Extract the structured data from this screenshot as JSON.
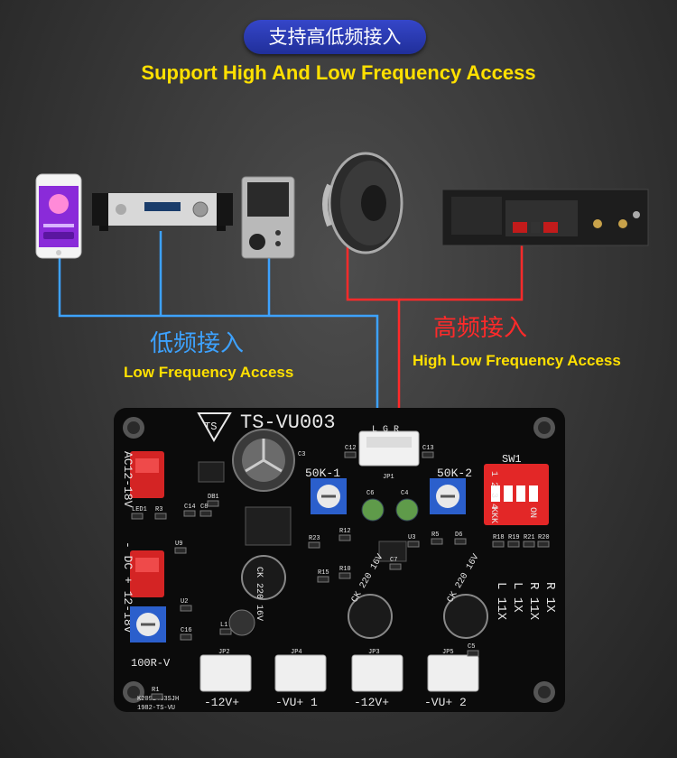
{
  "header": {
    "title_cn": "支持高低频接入",
    "title_en": "Support High And Low Frequency Access"
  },
  "labels": {
    "low_cn": "低频接入",
    "low_en": "Low Frequency Access",
    "high_cn": "高频接入",
    "high_en": "High Low Frequency Access"
  },
  "devices": [
    "smartphone",
    "amplifier",
    "music-player",
    "speaker",
    "power-amplifier"
  ],
  "colors": {
    "low_wire": "#3da2ff",
    "high_wire": "#ff2a2a",
    "title_yellow": "#ffe000",
    "pill_blue": "#2a3cb8",
    "pcb": "#0b0b0b"
  },
  "board": {
    "model": "TS-VU003",
    "logo": "TS",
    "power_in": "AC12-18V",
    "dc_in": "- DC + 12-18V",
    "pot_left": "50K-1",
    "pot_right": "50K-2",
    "pot_bottom": "100R-V",
    "switch_label": "SW1",
    "switch_numbers": "1 2 3 4",
    "switch_on": "ON",
    "switch_kkk": "KKK",
    "audio_connector": "JP1",
    "audio_pins": "L G R",
    "ratio_r1": "R 1X",
    "ratio_r11": "R 11X",
    "ratio_l1": "L 1X",
    "ratio_l11": "L 11X",
    "connectors": [
      "-12V+",
      "-VU+ 1",
      "-12V+",
      "-VU+ 2"
    ],
    "connector_ids": [
      "JP2",
      "JP4",
      "JP3",
      "JP5"
    ],
    "big_cap": "C3",
    "cap_small_1": "CK 220 16V",
    "cap_small_2": "CK 220 16V",
    "cap_small_3": "CK 220 16V",
    "mini_caps": [
      "C6",
      "C4"
    ],
    "date_code": "K2092433SJH",
    "batch": "1982-TS-VU",
    "refs": [
      "C12",
      "C13",
      "C14",
      "C8",
      "DB1",
      "LED1",
      "R3",
      "U3",
      "R5",
      "D6",
      "R18",
      "R19",
      "R21",
      "R20",
      "U2",
      "C16",
      "L1",
      "R10",
      "R15",
      "R23",
      "R12",
      "C5",
      "C7",
      "U9",
      "R1"
    ]
  }
}
